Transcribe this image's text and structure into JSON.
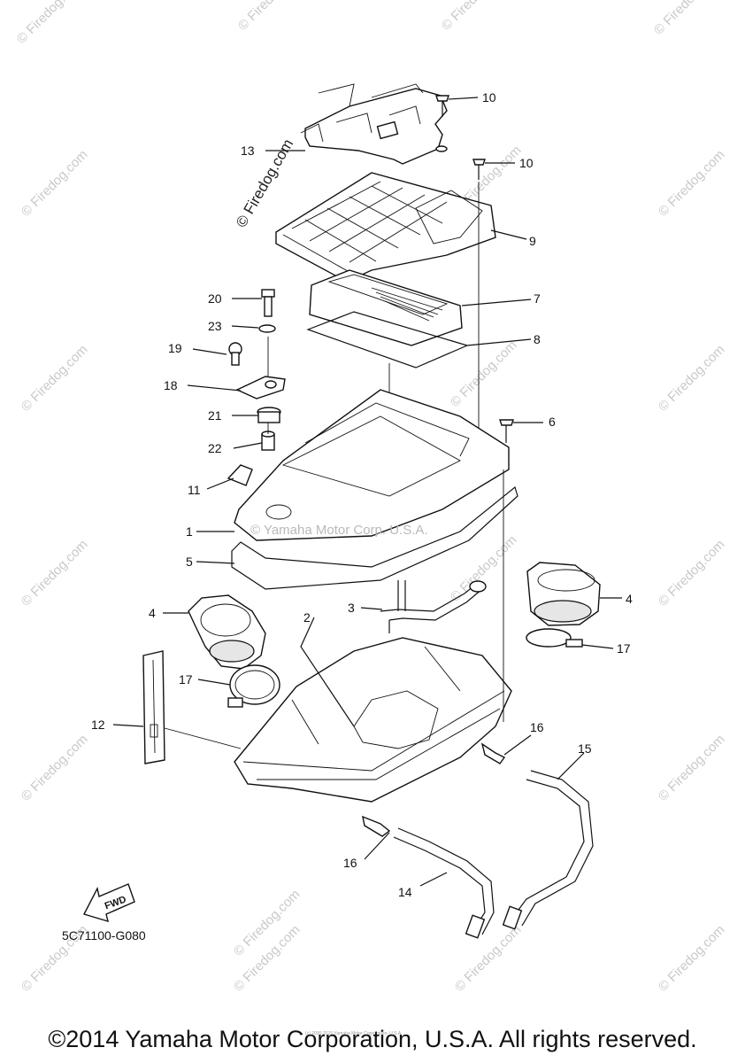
{
  "diagram": {
    "part_code": "5C71100-G080",
    "copyright": "©2014 Yamaha Motor Corporation, U.S.A. All rights reserved.",
    "fwd_label": "FWD",
    "inline_watermark": "© Yamaha Motor Corp. U.S.A.",
    "fine_print": "(c) 2000-2015 Yamaha Motor Corporation, U.S.A.",
    "watermark": "© Firedog.com",
    "large_watermark": "© Firedog.com",
    "callouts": [
      {
        "id": "c10a",
        "label": "10"
      },
      {
        "id": "c10b",
        "label": "10"
      },
      {
        "id": "c13",
        "label": "13"
      },
      {
        "id": "c9",
        "label": "9"
      },
      {
        "id": "c7",
        "label": "7"
      },
      {
        "id": "c8",
        "label": "8"
      },
      {
        "id": "c20",
        "label": "20"
      },
      {
        "id": "c23",
        "label": "23"
      },
      {
        "id": "c19",
        "label": "19"
      },
      {
        "id": "c18",
        "label": "18"
      },
      {
        "id": "c21",
        "label": "21"
      },
      {
        "id": "c6",
        "label": "6"
      },
      {
        "id": "c22",
        "label": "22"
      },
      {
        "id": "c11",
        "label": "11"
      },
      {
        "id": "c1",
        "label": "1"
      },
      {
        "id": "c5",
        "label": "5"
      },
      {
        "id": "c4a",
        "label": "4"
      },
      {
        "id": "c4b",
        "label": "4"
      },
      {
        "id": "c3",
        "label": "3"
      },
      {
        "id": "c2",
        "label": "2"
      },
      {
        "id": "c17a",
        "label": "17"
      },
      {
        "id": "c17b",
        "label": "17"
      },
      {
        "id": "c12",
        "label": "12"
      },
      {
        "id": "c16a",
        "label": "16"
      },
      {
        "id": "c15",
        "label": "15"
      },
      {
        "id": "c16b",
        "label": "16"
      },
      {
        "id": "c14",
        "label": "14"
      }
    ]
  }
}
